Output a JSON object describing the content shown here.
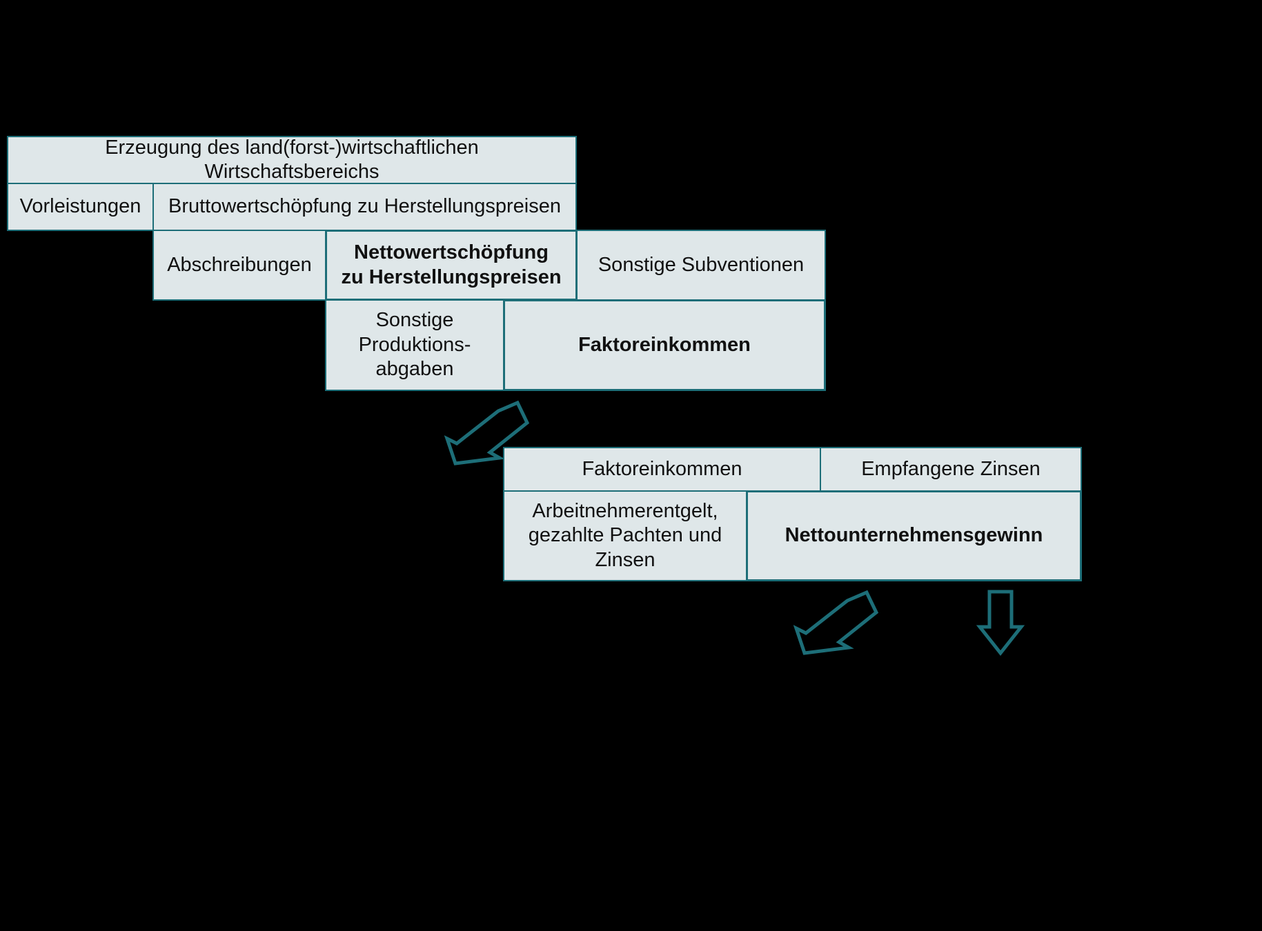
{
  "diagram": {
    "title_semantic": "landwirtschaftliche-gesamtrechnung-einkommensschema",
    "colors": {
      "background": "#000000",
      "box_fill": "#dfe7e9",
      "box_border": "#1d6e78",
      "text": "#111111",
      "arrow_stroke": "#1d6e78"
    },
    "group_top": {
      "rows": [
        {
          "cells": [
            {
              "label": "Erzeugung des land(forst-)wirtschaftlichen Wirtschaftsbereichs",
              "bold": false
            }
          ]
        },
        {
          "cells": [
            {
              "label": "Vorleistungen",
              "bold": false
            },
            {
              "label": "Bruttowertschöpfung zu Herstellungspreisen",
              "bold": false
            }
          ]
        },
        {
          "cells": [
            {
              "label": "Abschreibungen",
              "bold": false
            },
            {
              "label": "Nettowertschöpfung\nzu Herstellungspreisen",
              "bold": true
            },
            {
              "label": "Sonstige Subventionen",
              "bold": false
            }
          ]
        },
        {
          "cells": [
            {
              "label": "Sonstige\nProduktions-\nabgaben",
              "bold": false
            },
            {
              "label": "Faktoreinkommen",
              "bold": true
            }
          ]
        }
      ]
    },
    "group_bottom": {
      "rows": [
        {
          "cells": [
            {
              "label": "Faktoreinkommen",
              "bold": false
            },
            {
              "label": "Empfangene Zinsen",
              "bold": false
            }
          ]
        },
        {
          "cells": [
            {
              "label": "Arbeitnehmerentgelt,\ngezahlte Pachten und\nZinsen",
              "bold": false
            },
            {
              "label": "Nettounternehmensgewinn",
              "bold": true
            }
          ]
        }
      ]
    },
    "arrows": [
      {
        "name": "arrow-faktoreinkommen-down-left",
        "direction": "down-left"
      },
      {
        "name": "arrow-nettounternehmensgewinn-down-left",
        "direction": "down-left"
      },
      {
        "name": "arrow-nettounternehmensgewinn-down",
        "direction": "down"
      }
    ]
  }
}
